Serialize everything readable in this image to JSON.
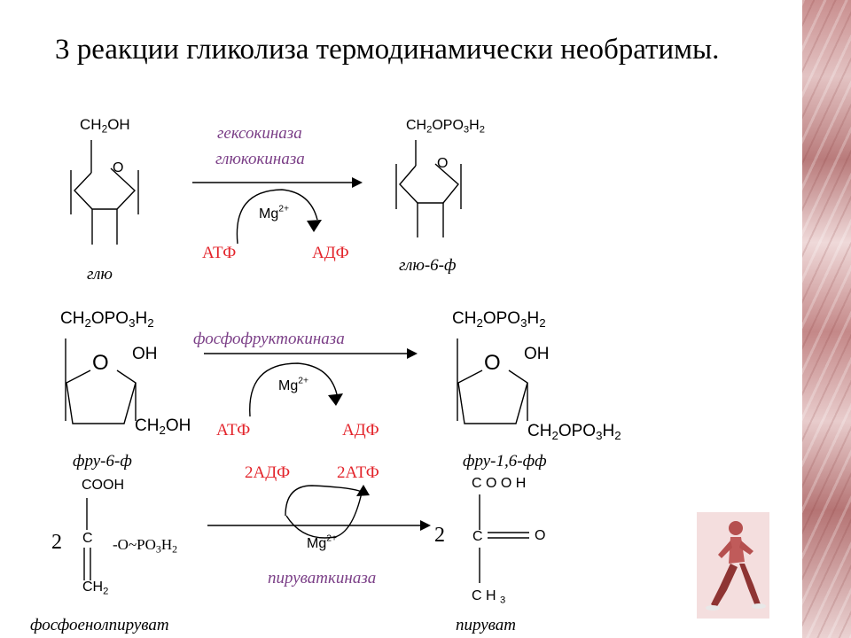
{
  "title": "3 реакции гликолиза термодинамически необратимы.",
  "reaction1": {
    "substrate_group": "CH2OH",
    "substrate_name": "глю",
    "product_group": "CH2OPO3H2",
    "product_name": "глю-6-ф",
    "ring_atom": "O",
    "enzyme1": "гексокиназа",
    "enzyme2": "глюкокиназа",
    "cofactor": "Mg2+",
    "in_cofactor": "АТФ",
    "out_cofactor": "АДФ"
  },
  "reaction2": {
    "substrate_top": "CH2OPO3H2",
    "substrate_oh": "OH",
    "substrate_bottom": "CH2OH",
    "substrate_name": "фру-6-ф",
    "product_top": "CH2OPO3H2",
    "product_oh": "OH",
    "product_bottom": "CH2OPO3H2",
    "product_name": "фру-1,6-фф",
    "ring_atom": "O",
    "enzyme": "фосфофруктокиназа",
    "cofactor": "Mg2+",
    "in_cofactor": "АТФ",
    "out_cofactor": "АДФ"
  },
  "reaction3": {
    "coefficient": "2",
    "substrate_top": "COOH",
    "substrate_c": "C",
    "substrate_group": "-O~PO3H2",
    "substrate_bottom": "CH2",
    "substrate_name": "фосфоенолпируват",
    "product_top": "C O O H",
    "product_c": "C",
    "product_o": "O",
    "product_bottom": "C H 3",
    "product_name": "пируват",
    "enzyme": "пируваткиназа",
    "cofactor": "Mg2+",
    "in_cofactor": "2АДФ",
    "out_cofactor": "2АТФ"
  },
  "colors": {
    "enzyme": "#7b3f87",
    "cofactor_text": "#e3242b",
    "side_strip": "#c98f8f"
  },
  "icons": [
    "runner-photo",
    "decorative-side-strip"
  ]
}
